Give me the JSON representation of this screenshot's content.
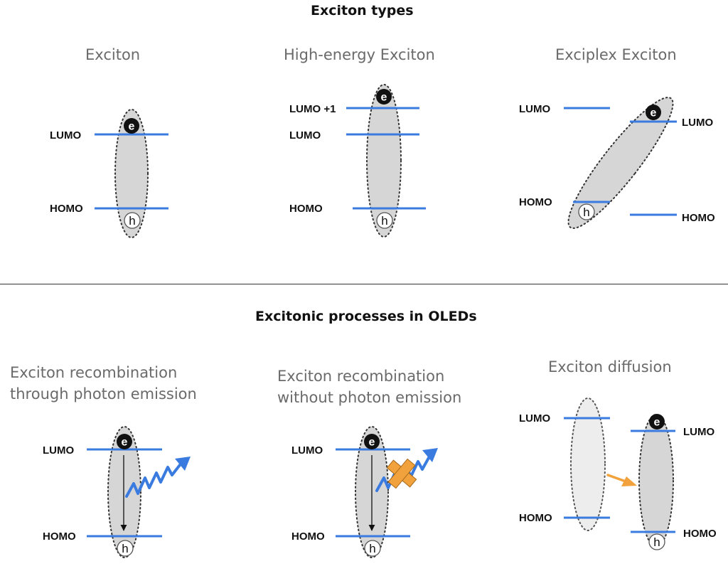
{
  "top_section": {
    "title": "Exciton types",
    "panels": {
      "exciton": {
        "title": "Exciton",
        "lumo": "LUMO",
        "homo": "HOMO"
      },
      "high_energy": {
        "title": "High-energy Exciton",
        "lumo1": "LUMO +1",
        "lumo": "LUMO",
        "homo": "HOMO"
      },
      "exciplex": {
        "title": "Exciplex Exciton",
        "lumo_left": "LUMO",
        "homo_left": "HOMO",
        "lumo_right": "LUMO",
        "homo_right": "HOMO"
      }
    }
  },
  "bottom_section": {
    "title": "Excitonic processes in OLEDs",
    "panels": {
      "photon": {
        "title_line1": "Exciton recombination",
        "title_line2": "through photon emission",
        "lumo": "LUMO",
        "homo": "HOMO"
      },
      "no_photon": {
        "title_line1": "Exciton recombination",
        "title_line2": "without photon emission",
        "lumo": "LUMO",
        "homo": "HOMO"
      },
      "diffusion": {
        "title": "Exciton diffusion",
        "lumo_left": "LUMO",
        "homo_left": "HOMO",
        "lumo_right": "LUMO",
        "homo_right": "HOMO"
      }
    }
  },
  "particles": {
    "electron": "e",
    "hole": "h"
  },
  "icons": {
    "photon": "wavy-arrow-icon",
    "blocked": "cross-icon",
    "diffusion": "arrow-icon"
  },
  "colors": {
    "level_line": "#3a7be0",
    "exciton_fill": "#d6d6d6",
    "exciton_fill_faded": "#ededed",
    "cross": "#f2a23c",
    "diffusion_arrow": "#f2a23c"
  }
}
